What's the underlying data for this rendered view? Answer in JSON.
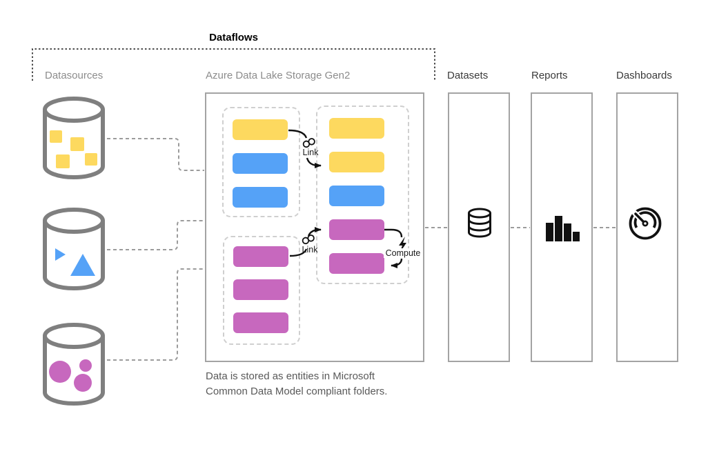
{
  "title": "Dataflows",
  "datasources": {
    "label": "Datasources",
    "items": [
      {
        "icon": "cylinder-squares-icon",
        "color": "yellow"
      },
      {
        "icon": "cylinder-triangles-icon",
        "color": "blue"
      },
      {
        "icon": "cylinder-circles-icon",
        "color": "pink"
      }
    ]
  },
  "adls": {
    "label": "Azure Data Lake Storage Gen2",
    "caption_line1": "Data is stored as entities in Microsoft",
    "caption_line2": "Common Data Model compliant folders.",
    "groups": {
      "left_top": [
        "yellow",
        "blue",
        "blue"
      ],
      "left_bottom": [
        "pink",
        "pink",
        "pink"
      ],
      "right": [
        "yellow",
        "yellow",
        "blue",
        "pink",
        "pink"
      ]
    },
    "annotations": {
      "link_top": "Link",
      "link_bottom": "Link",
      "compute": "Compute"
    }
  },
  "pipeline": [
    {
      "label": "Datasets",
      "icon": "database-icon"
    },
    {
      "label": "Reports",
      "icon": "bar-chart-icon"
    },
    {
      "label": "Dashboards",
      "icon": "gauge-icon"
    }
  ],
  "palette": {
    "yellow": "#FDD95F",
    "blue": "#55A2F7",
    "pink": "#C768BE",
    "cylinder_stroke": "#7F7F7F",
    "box_border": "#A3A3A3",
    "dashed_connector": "#9B9B9B",
    "bracket": "#4D4D4D",
    "ink": "#111111",
    "muted_label": "#8C8C8C",
    "dark_label": "#3A3A3A",
    "caption": "#595959"
  }
}
